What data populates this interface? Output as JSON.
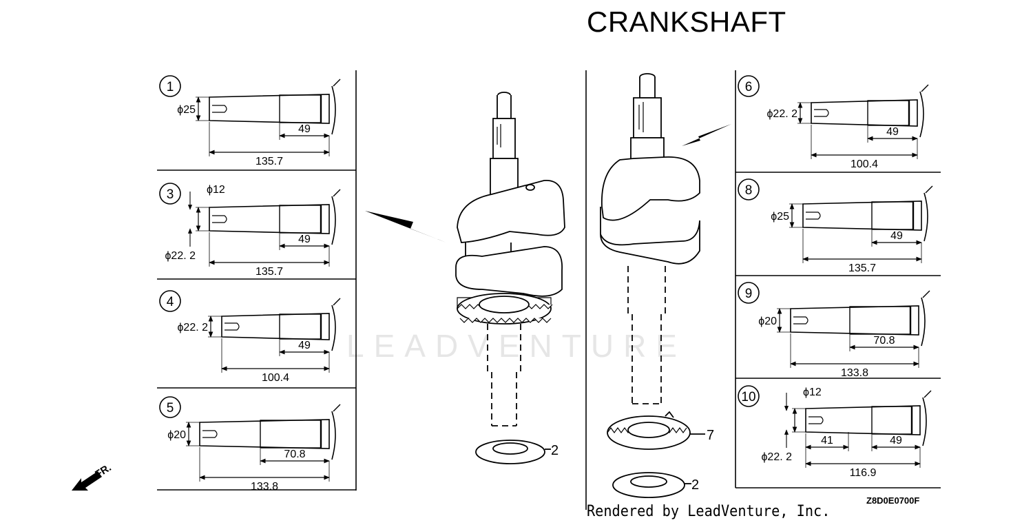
{
  "title": "CRANKSHAFT",
  "footer": "Rendered by LeadVenture, Inc.",
  "drawing_code": "Z8D0E0700F",
  "watermark": "LEADVENTURE",
  "front_label": "FR.",
  "callouts": {
    "washer": "2",
    "gear": "7"
  },
  "variants_left": [
    {
      "num": "1",
      "diameter": "ϕ25",
      "overall": "135.7",
      "journal": "49"
    },
    {
      "num": "3",
      "diameter": "ϕ22. 2",
      "minor": "ϕ12",
      "overall": "135.7",
      "journal": "49"
    },
    {
      "num": "4",
      "diameter": "ϕ22. 2",
      "overall": "100.4",
      "journal": "49"
    },
    {
      "num": "5",
      "diameter": "ϕ20",
      "overall": "133.8",
      "journal": "70.8"
    }
  ],
  "variants_right": [
    {
      "num": "6",
      "diameter": "ϕ22. 2",
      "overall": "100.4",
      "journal": "49"
    },
    {
      "num": "8",
      "diameter": "ϕ25",
      "overall": "135.7",
      "journal": "49"
    },
    {
      "num": "9",
      "diameter": "ϕ20",
      "overall": "133.8",
      "journal": "70.8"
    },
    {
      "num": "10",
      "diameter": "ϕ22. 2",
      "minor": "ϕ12",
      "overall": "116.9",
      "journal": "49",
      "step": "41"
    }
  ]
}
